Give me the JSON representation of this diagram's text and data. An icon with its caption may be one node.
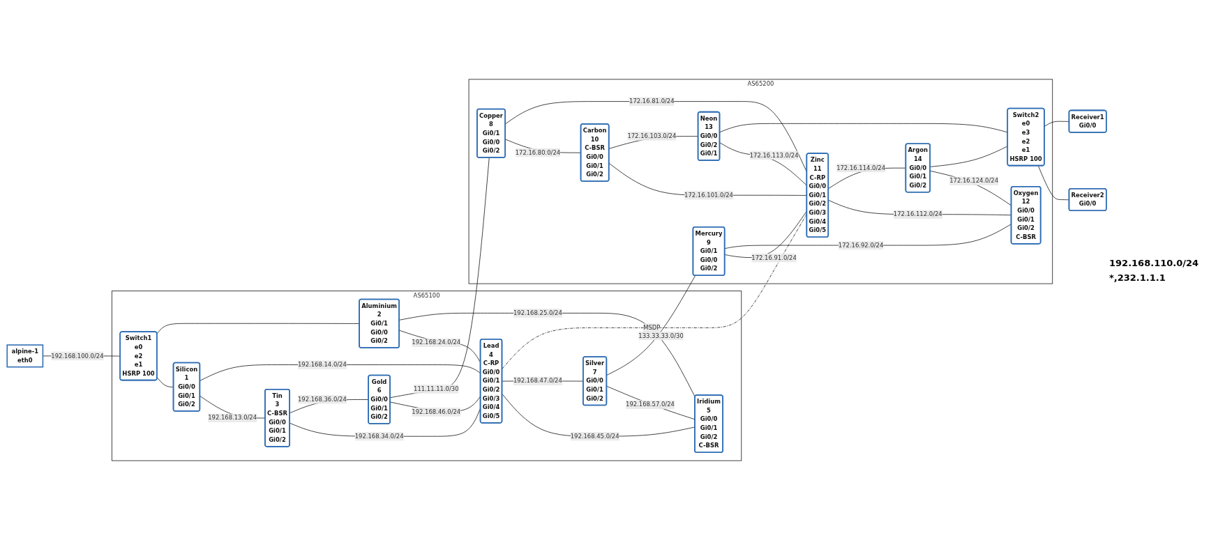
{
  "diagram": {
    "nodes": [
      {
        "text": [
          "alpine-1",
          "eth0"
        ]
      },
      {
        "text": [
          "AS65100"
        ]
      },
      {
        "text": [
          "Switch1",
          "e0",
          "e2",
          "e1",
          "HSRP 100"
        ],
        "in": 1
      },
      {
        "text": [
          "Silicon",
          "1",
          "Gi0/0",
          "Gi0/1",
          "Gi0/2"
        ],
        "in": 1
      },
      {
        "text": [
          "Aluminium",
          "2",
          "Gi0/1",
          "Gi0/0",
          "Gi0/2"
        ],
        "in": 1
      },
      {
        "text": [
          "Tin",
          "3",
          "C-BSR",
          "Gi0/0",
          "Gi0/1",
          "Gi0/2"
        ],
        "in": 1
      },
      {
        "text": [
          "Lead",
          "4",
          "C-RP",
          "Gi0/0",
          "Gi0/1",
          "Gi0/2",
          "Gi0/3",
          "Gi0/4",
          "Gi0/5"
        ],
        "in": 1
      },
      {
        "text": [
          "Iridium",
          "5",
          "Gi0/0",
          "Gi0/1",
          "Gi0/2",
          "C-BSR"
        ],
        "in": 1
      },
      {
        "text": [
          "Gold",
          "6",
          "Gi0/0",
          "Gi0/1",
          "Gi0/2"
        ],
        "in": 1
      },
      {
        "text": [
          "Silver",
          "7",
          "Gi0/0",
          "Gi0/1",
          "Gi0/2"
        ],
        "in": 1
      },
      {
        "text": [
          "AS65200"
        ]
      },
      {
        "text": [
          "Copper",
          "8",
          "Gi0/1",
          "Gi0/0",
          "Gi0/2"
        ],
        "in": 10
      },
      {
        "text": [
          "Mercury",
          "9",
          "Gi0/1",
          "Gi0/0",
          "Gi0/2"
        ],
        "in": 10
      },
      {
        "text": [
          "Carbon",
          "10",
          "C-BSR",
          "Gi0/0",
          "Gi0/1",
          "Gi0/2"
        ],
        "in": 10
      },
      {
        "text": [
          "Zinc",
          "11",
          "C-RP",
          "Gi0/0",
          "Gi0/1",
          "Gi0/2",
          "Gi0/3",
          "Gi0/4",
          "Gi0/5"
        ],
        "in": 10
      },
      {
        "text": [
          "Oxygen",
          "12",
          "Gi0/0",
          "Gi0/1",
          "Gi0/2",
          "C-BSR"
        ],
        "in": 10
      },
      {
        "text": [
          "Neon",
          "13",
          "Gi0/0",
          "Gi0/2",
          "Gi0/1"
        ],
        "in": 10
      },
      {
        "text": [
          "Argon",
          "14",
          "Gi0/0",
          "Gi0/1",
          "Gi0/2"
        ],
        "in": 10
      },
      {
        "text": [
          "Switch2",
          "e0",
          "e3",
          "e2",
          "e1",
          "HSRP 100"
        ],
        "in": 10
      },
      {
        "text": [
          "Receiver2",
          "Gi0/0"
        ]
      },
      {
        "text": [
          "Receiver1",
          "Gi0/0"
        ]
      }
    ],
    "edges": [
      {
        "from": 0,
        "to": 2,
        "arrow": "none",
        "label": "192.168.100.0/24"
      },
      {
        "from": 2,
        "to": 3,
        "arrow": "none"
      },
      {
        "from": 2,
        "to": 4,
        "arrow": "none"
      },
      {
        "from": 3,
        "to": 5,
        "arrow": "none",
        "label": "192.168.13.0/24"
      },
      {
        "from": 3,
        "to": 6,
        "arrow": "none",
        "label": "192.168.14.0/24"
      },
      {
        "from": 5,
        "to": 6,
        "arrow": "none",
        "label": "192.168.34.0/24"
      },
      {
        "from": 5,
        "to": 8,
        "arrow": "none",
        "label": "192.168.36.0/24"
      },
      {
        "from": 8,
        "to": 6,
        "arrow": "none",
        "label": "192.168.46.0/24"
      },
      {
        "from": 4,
        "to": 6,
        "arrow": "none",
        "label": "192.168.24.0/24"
      },
      {
        "from": 4,
        "to": 7,
        "arrow": "none",
        "label": "192.168.25.0/24"
      },
      {
        "from": 6,
        "to": 7,
        "arrow": "none",
        "label": "192.168.45.0/24"
      },
      {
        "from": 6,
        "to": 9,
        "arrow": "none",
        "label": "192.168.47.0/24"
      },
      {
        "from": 9,
        "to": 7,
        "arrow": "none",
        "label": "192.168.57.0/24"
      },
      {
        "from": 8,
        "to": 11,
        "arrow": "none",
        "label": "111.11.11.0/30"
      },
      {
        "from": 9,
        "to": 12,
        "arrow": "none",
        "label": "133.33.33.0/30"
      },
      {
        "from": 6,
        "to": 14,
        "arrow": "none",
        "label": "MSDP",
        "style": "dashed"
      },
      {
        "from": 11,
        "to": 13,
        "arrow": "none",
        "label": "172.16.80.0/24"
      },
      {
        "from": 11,
        "to": 14,
        "arrow": "none",
        "label": "172.16.81.0/24"
      },
      {
        "from": 13,
        "to": 14,
        "arrow": "none",
        "label": "172.16.101.0/24"
      },
      {
        "from": 13,
        "to": 16,
        "arrow": "none",
        "label": "172.16.103.0/24"
      },
      {
        "from": 16,
        "to": 14,
        "arrow": "none",
        "label": "172.16.113.0/24"
      },
      {
        "from": 16,
        "to": 18,
        "arrow": "none"
      },
      {
        "from": 12,
        "to": 14,
        "arrow": "none",
        "label": "172.16.91.0/24"
      },
      {
        "from": 12,
        "to": 15,
        "arrow": "none",
        "label": "172.16.92.0/24"
      },
      {
        "from": 14,
        "to": 15,
        "arrow": "none",
        "label": "172.16.112.0/24"
      },
      {
        "from": 14,
        "to": 17,
        "arrow": "none",
        "label": "172.16.114.0/24"
      },
      {
        "from": 17,
        "to": 15,
        "arrow": "none",
        "label": "172.16.124.0/24"
      },
      {
        "from": 17,
        "to": 18,
        "arrow": "none"
      },
      {
        "from": 18,
        "to": 19,
        "arrow": "none"
      },
      {
        "from": 18,
        "to": 20,
        "arrow": "none"
      }
    ],
    "labels": [
      "192.168.110.0/24",
      "*,232.1.1.1"
    ]
  }
}
